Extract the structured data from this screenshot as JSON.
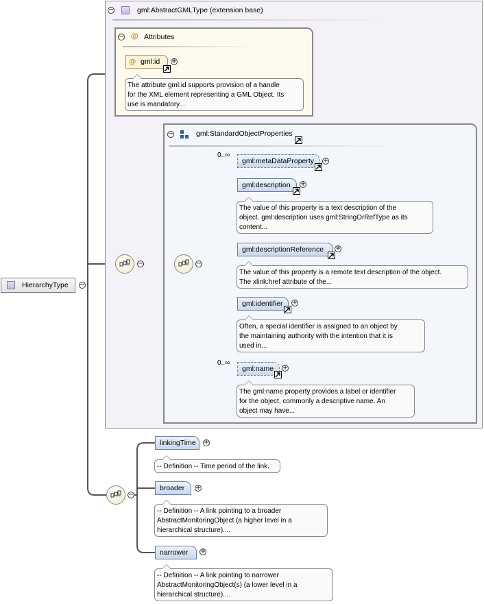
{
  "root": {
    "label": "HierarchyType",
    "icon": "complex-type-icon"
  },
  "extension": {
    "label": "gml:AbstractGMLType (extension base)",
    "attributes": {
      "title": "Attributes",
      "items": [
        {
          "name": "gml:id",
          "doc": [
            "The attribute gml:id supports provision of a handle",
            "for the XML element representing a GML Object. Its",
            "use is mandatory..."
          ]
        }
      ]
    },
    "group": {
      "label": "gml:StandardObjectProperties",
      "elements": [
        {
          "name": "gml:metaDataProperty",
          "card": "0..∞",
          "doc": []
        },
        {
          "name": "gml:description",
          "card": "",
          "doc": [
            "The value of this property is a text description of the",
            "object. gml:description uses gml:StringOrRefType as its",
            "content..."
          ]
        },
        {
          "name": "gml:descriptionReference",
          "card": "",
          "doc": [
            "The value of this property is a remote text description of the object.",
            "The xlink:href attribute of the..."
          ]
        },
        {
          "name": "gml:identifier",
          "card": "",
          "doc": [
            "Often, a special identifier is assigned to an object by",
            "the maintaining authority with the intention that it is",
            "used in..."
          ]
        },
        {
          "name": "gml:name",
          "card": "0..∞",
          "doc": [
            "The gml:name property provides a label or identifier",
            "for the object, commonly a descriptive name. An",
            "object may have..."
          ]
        }
      ]
    }
  },
  "sequence": {
    "elements": [
      {
        "name": "linkingTime",
        "doc": [
          "-- Definition -- Time period of the link."
        ]
      },
      {
        "name": "broader",
        "doc": [
          "-- Definition -- A link pointing to a broader",
          "AbstractMonitoringObject (a higher level in a",
          "hierarchical structure)...."
        ]
      },
      {
        "name": "narrower",
        "doc": [
          "-- Definition -- A link pointing to narrower",
          "AbstractMonitoringObject(s) (a lower level in a",
          "hierarchical structure)...."
        ]
      }
    ]
  },
  "symbols": {
    "collapse": "−",
    "expand": "+",
    "attribute": "@"
  },
  "colors": {
    "element_fill": "#c8d8ee",
    "attribute_fill": "#fffaed",
    "extension_fill": "#f4f2f8"
  }
}
